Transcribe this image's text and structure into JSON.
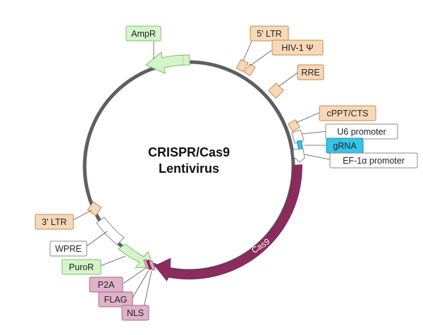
{
  "title_line1": "CRISPR/Cas9",
  "title_line2": "Lentivirus",
  "colors": {
    "backbone": "#5f5f5f",
    "ltr_fill": "#f7d8b9",
    "ltr_stroke": "#c78a4c",
    "marker_fill": "#d4f5c9",
    "marker_stroke": "#7fbf6b",
    "white_fill": "#ffffff",
    "white_stroke": "#888888",
    "grna_fill": "#37c3e8",
    "cas9_fill": "#8b2b5e",
    "tag_fill": "#e0b3c8",
    "tag_stroke": "#a7678a"
  },
  "labels": {
    "ampr": "AmpR",
    "ltr5": "5' LTR",
    "hiv": "HIV-1 Ψ",
    "rre": "RRE",
    "cppt": "cPPT/CTS",
    "u6": "U6 promoter",
    "grna": "gRNA",
    "ef1a": "EF-1α promoter",
    "cas9": "Cas9",
    "ltr3": "3' LTR",
    "wpre": "WPRE",
    "puror": "PuroR",
    "p2a": "P2A",
    "flag": "FLAG",
    "nls": "NLS"
  }
}
